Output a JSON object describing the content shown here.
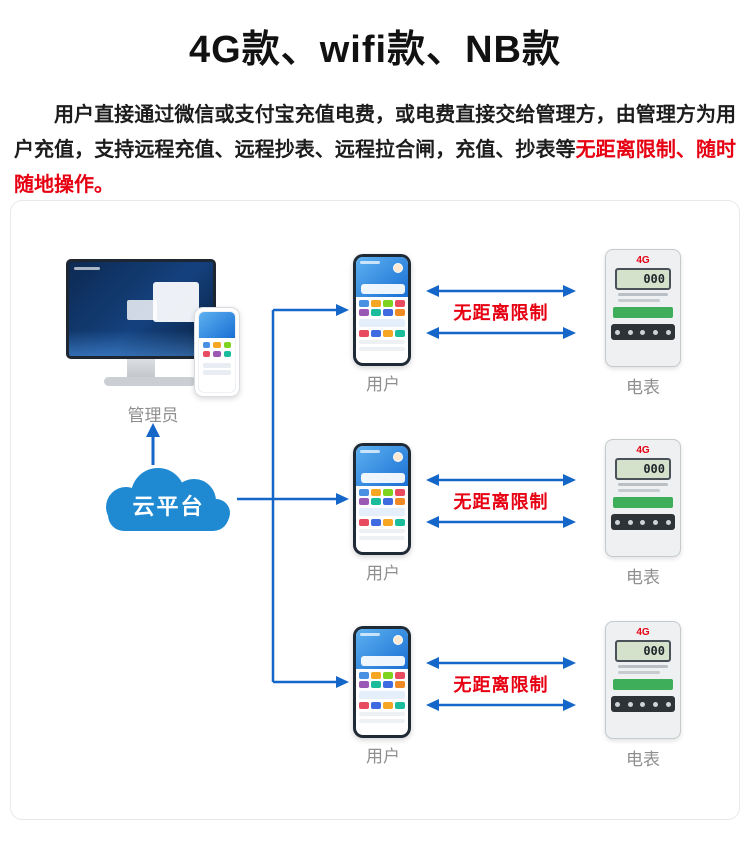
{
  "page": {
    "title": "4G款、wifi款、NB款",
    "intro_normal": "用户直接通过微信或支付宝充值电费，或电费直接交给管理方，由管理方为用户充值，支持远程充值、远程抄表、远程拉合闸，充值、抄表等",
    "intro_highlight": "无距离限制、随时随地操作。"
  },
  "diagram": {
    "admin_label": "管理员",
    "cloud_label": "云平台",
    "rows": [
      {
        "user_label": "用户",
        "link_label": "无距离限制",
        "meter_label": "电表",
        "meter_badge": "4G",
        "lcd_value": "000"
      },
      {
        "user_label": "用户",
        "link_label": "无距离限制",
        "meter_label": "电表",
        "meter_badge": "4G",
        "lcd_value": "000"
      },
      {
        "user_label": "用户",
        "link_label": "无距离限制",
        "meter_label": "电表",
        "meter_badge": "4G",
        "lcd_value": "000"
      }
    ],
    "colors": {
      "arrow_blue": "#1467c8",
      "highlight_red": "#e60012",
      "cloud_blue": "#1f8ad2",
      "label_grey": "#8f8f8f"
    }
  }
}
